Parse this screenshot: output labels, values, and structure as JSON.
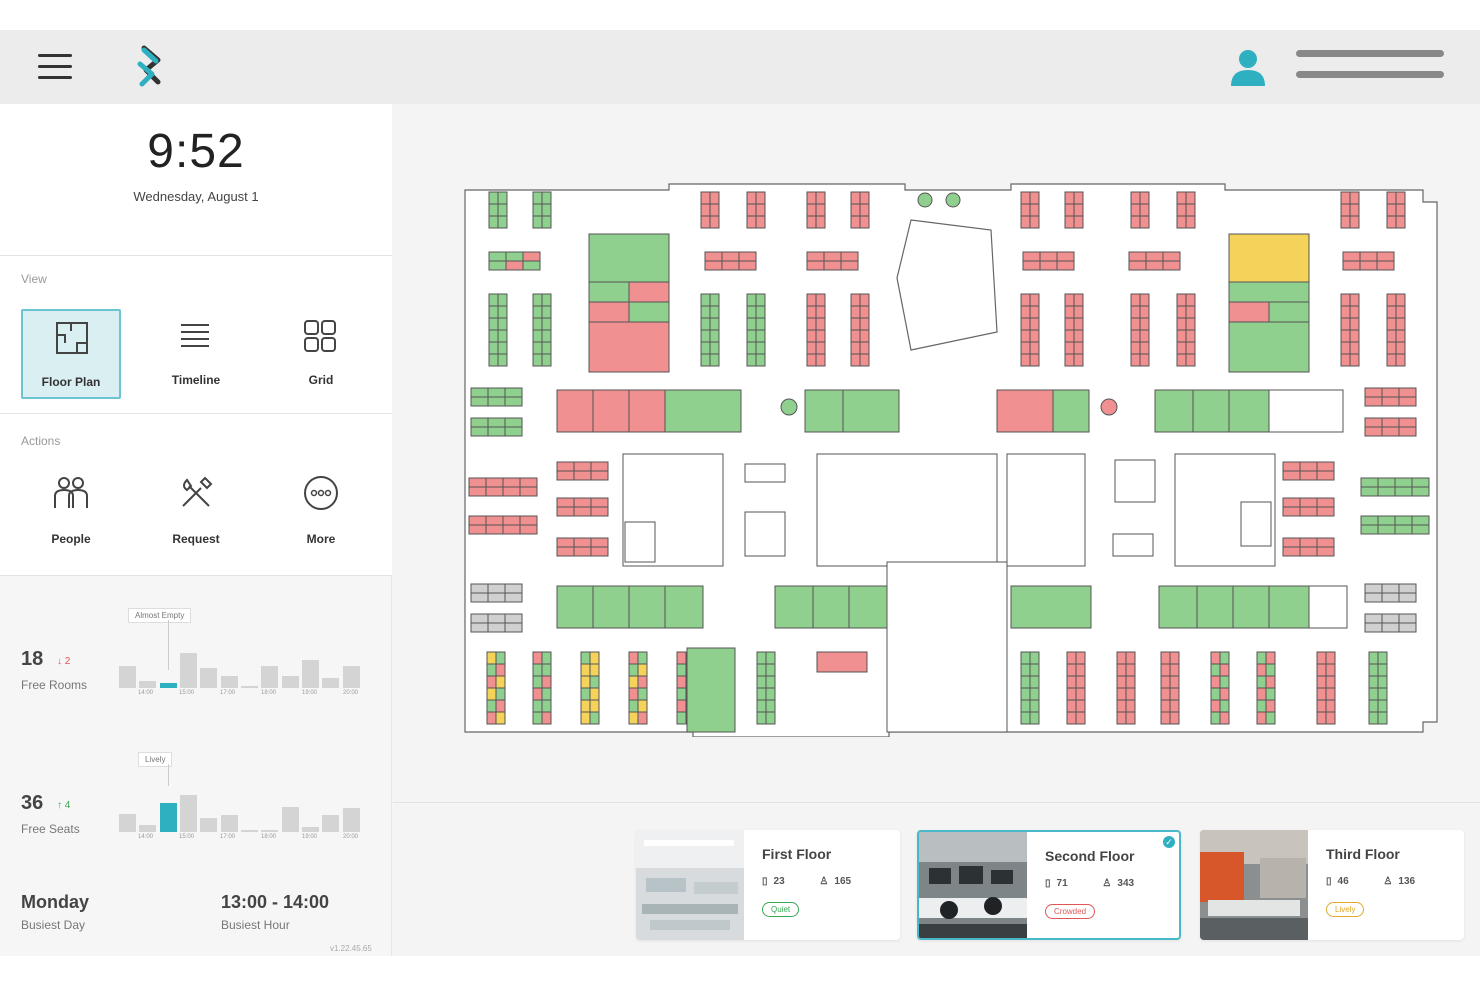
{
  "clock": {
    "time": "9:52",
    "date": "Wednesday, August 1"
  },
  "view": {
    "section_label": "View",
    "items": [
      {
        "label": "Floor Plan",
        "icon": "floor-plan-icon",
        "active": true
      },
      {
        "label": "Timeline",
        "icon": "timeline-icon",
        "active": false
      },
      {
        "label": "Grid",
        "icon": "grid-icon",
        "active": false
      }
    ]
  },
  "actions": {
    "section_label": "Actions",
    "items": [
      {
        "label": "People",
        "icon": "people-icon"
      },
      {
        "label": "Request",
        "icon": "tools-icon"
      },
      {
        "label": "More",
        "icon": "more-icon"
      }
    ]
  },
  "stats": {
    "rooms": {
      "value": "18",
      "delta": "↓ 2",
      "label": "Free Rooms",
      "tooltip": "Almost Empty",
      "bars": [
        0.45,
        0.15,
        0.1,
        0.72,
        0.42,
        0.25,
        0.05,
        0.45,
        0.25,
        0.58,
        0.2,
        0.45
      ],
      "highlight": 2,
      "ticks": [
        "14:00",
        "15:00",
        "17:00",
        "18:00",
        "19:00",
        "20:00"
      ]
    },
    "seats": {
      "value": "36",
      "delta": "↑ 4",
      "label": "Free Seats",
      "tooltip": "Lively",
      "bars": [
        0.38,
        0.15,
        0.6,
        0.78,
        0.3,
        0.35,
        0.05,
        0.05,
        0.52,
        0.1,
        0.36,
        0.5
      ],
      "highlight": 2,
      "ticks": [
        "14:00",
        "15:00",
        "17:00",
        "18:00",
        "19:00",
        "20:00"
      ]
    },
    "busiest_day": {
      "value": "Monday",
      "label": "Busiest Day"
    },
    "busiest_hour": {
      "value": "13:00 - 14:00",
      "label": "Busiest Hour"
    },
    "version": "v1.22.45.65"
  },
  "floors": [
    {
      "name": "First Floor",
      "rooms": "23",
      "seats": "165",
      "status": "Quiet",
      "status_color": "#3aa855",
      "selected": false
    },
    {
      "name": "Second Floor",
      "rooms": "71",
      "seats": "343",
      "status": "Crowded",
      "status_color": "#e05656",
      "selected": true
    },
    {
      "name": "Third Floor",
      "rooms": "46",
      "seats": "136",
      "status": "Lively",
      "status_color": "#e0a92c",
      "selected": false
    }
  ],
  "colors": {
    "accent": "#2fb0c0",
    "free": "#8fd08f",
    "busy": "#f09090",
    "reserved": "#f5d35b"
  }
}
